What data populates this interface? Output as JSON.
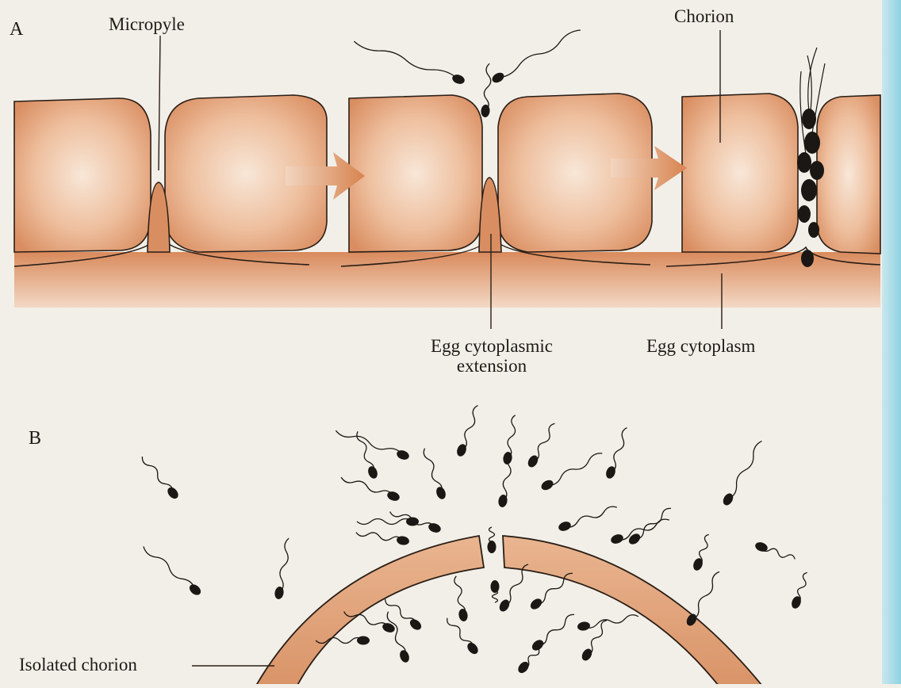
{
  "panel_a": {
    "letter": "A",
    "labels": {
      "micropyle": "Micropyle",
      "chorion": "Chorion",
      "egg_extension_line1": "Egg cytoplasmic",
      "egg_extension_line2": "extension",
      "egg_cytoplasm": "Egg cytoplasm"
    }
  },
  "panel_b": {
    "letter": "B",
    "labels": {
      "isolated_chorion": "Isolated chorion"
    }
  },
  "colors": {
    "background": "#f2efe8",
    "chorion_fill": "#e2a57e",
    "chorion_light": "#f6e3d2",
    "cytoplasm": "#d98e62",
    "outline": "#2a1e16",
    "sperm": "#1b1714",
    "arrow": "#d98a5c",
    "edge_strip": "#8fd3e2"
  }
}
